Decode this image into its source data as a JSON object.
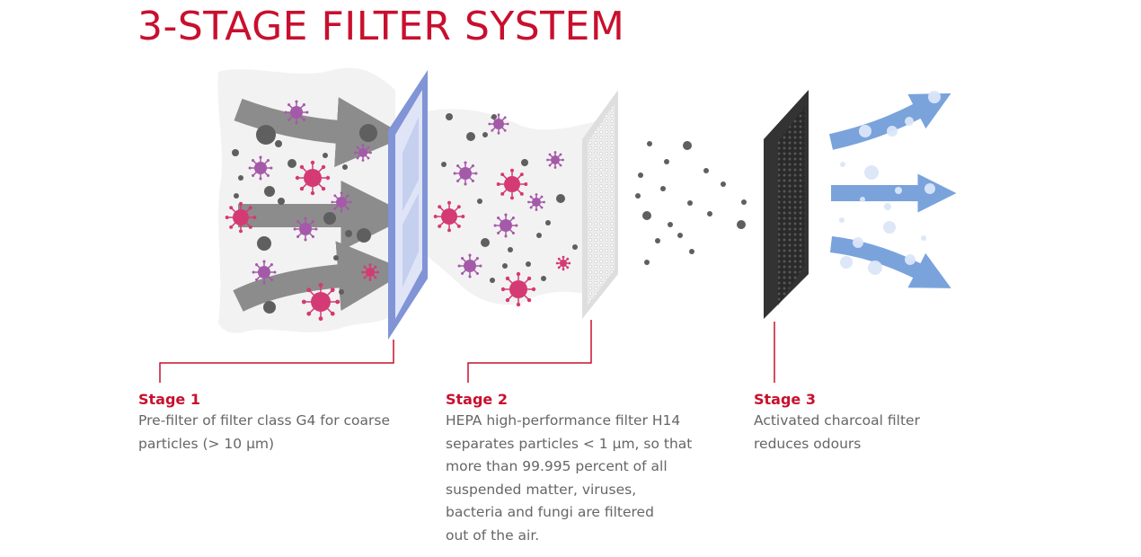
{
  "title": "3-STAGE FILTER SYSTEM",
  "colors": {
    "accent": "#c8102e",
    "stage1_filter": "#8094d6",
    "stage2_filter": "#dcdcdc",
    "stage3_filter": "#333333",
    "clean_air_arrow": "#7aa3dc",
    "dirty_air_arrow": "#8c8c8c",
    "virus_magenta": "#d43a73",
    "virus_purple": "#a45aa8",
    "particle_gray": "#5f5f5f"
  },
  "stages": [
    {
      "heading": "Stage 1",
      "lines": [
        "Pre-filter of filter class G4 for coarse",
        "particles (> 10 µm)"
      ]
    },
    {
      "heading": "Stage 2",
      "lines": [
        "HEPA high-performance filter H14",
        "separates particles < 1 µm, so that",
        "more than 99.995 percent of all",
        "suspended matter, viruses,",
        "bacteria and fungi are filtered",
        "out of the air."
      ]
    },
    {
      "heading": "Stage 3",
      "lines": [
        "Activated charcoal filter",
        "reduces odours"
      ]
    }
  ]
}
